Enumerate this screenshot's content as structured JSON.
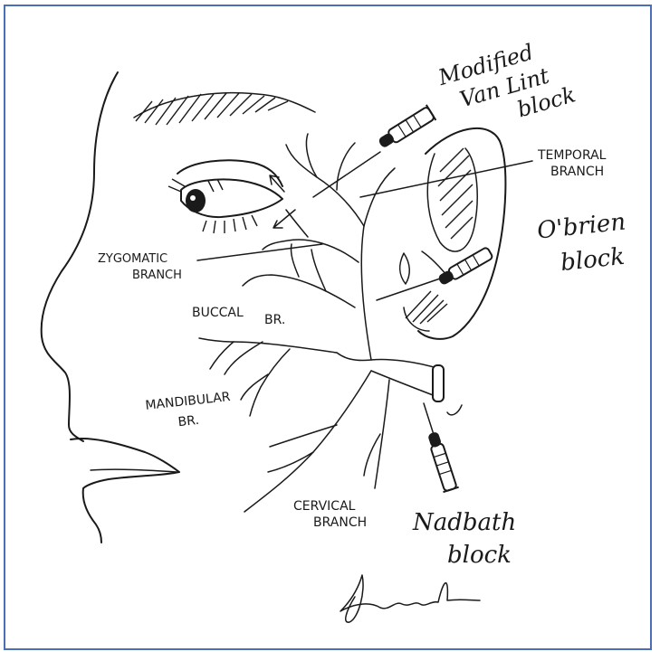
{
  "labels": {
    "van_lint": [
      "Modified",
      "Van Lint",
      "block"
    ],
    "temporal": [
      "TEMPORAL",
      "BRANCH"
    ],
    "obrien": [
      "O'brien",
      "block"
    ],
    "zygomatic": [
      "ZYGOMATIC",
      "BRANCH"
    ],
    "buccal": [
      "BUCCAL",
      "BR."
    ],
    "mandibular": [
      "MANDIBULAR",
      "BR."
    ],
    "cervical": [
      "CERVICAL",
      "BRANCH"
    ],
    "nadbath": [
      "Nadbath",
      "block"
    ]
  },
  "colors": {
    "ink": "#1a1a1a",
    "frame_border": "#4a6fb8",
    "background": "#ffffff"
  }
}
